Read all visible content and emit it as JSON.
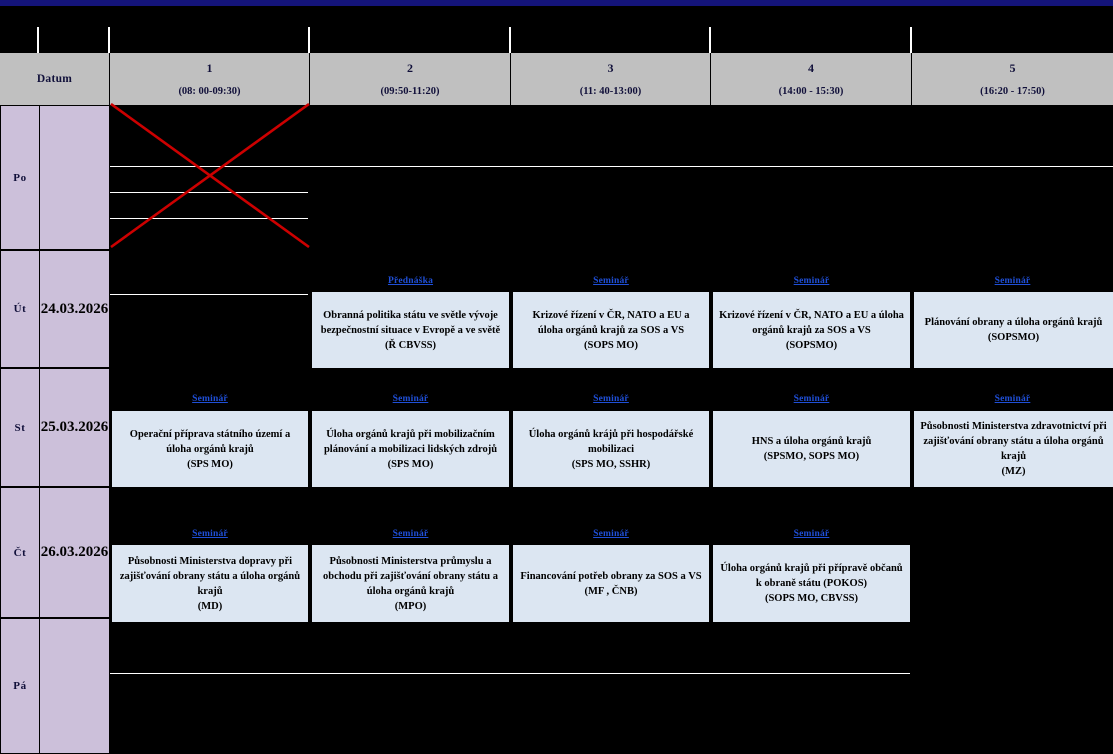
{
  "document": {
    "type": "weekly-timetable",
    "date_column_header": "Datum",
    "colors": {
      "top_rule": "#14147a",
      "header_grey": "#c0c0c0",
      "day_purple": "#ccc0da",
      "lesson_blue": "#dce6f2",
      "kind_label": "#1f4fd8",
      "cancel_cross": "#cc0000",
      "background": "#000000"
    }
  },
  "periods": [
    {
      "num": "1",
      "time": "(08: 00-09:30)"
    },
    {
      "num": "2",
      "time": "(09:50-11:20)"
    },
    {
      "num": "3",
      "time": "(11: 40-13:00)"
    },
    {
      "num": "4",
      "time": "(14:00 - 15:30)"
    },
    {
      "num": "5",
      "time": "(16:20 - 17:50)"
    }
  ],
  "kinds": {
    "lecture": "Přednáška",
    "seminar": "Seminář"
  },
  "days": [
    {
      "abbr": "Po",
      "date": "",
      "lessons": [
        {
          "kind": "",
          "title": "",
          "org": "",
          "empty": true,
          "cancelled": true
        },
        {
          "kind": "",
          "title": "",
          "org": "",
          "empty": true
        },
        {
          "kind": "",
          "title": "",
          "org": "",
          "empty": true
        },
        {
          "kind": "",
          "title": "",
          "org": "",
          "empty": true
        },
        {
          "kind": "",
          "title": "",
          "org": "",
          "empty": true
        }
      ]
    },
    {
      "abbr": "Út",
      "date": "24.03.2026",
      "lessons": [
        {
          "kind": "",
          "title": "",
          "org": "",
          "empty": true
        },
        {
          "kind": "Přednáška",
          "title": "Obranná politika státu ve světle vývoje bezpečnostní situace v Evropě a ve světě",
          "org": "(Ř CBVSS)"
        },
        {
          "kind": "Seminář",
          "title": "Krizové řízení v ČR, NATO a EU a úloha orgánů krajů  za SOS a VS",
          "org": "(SOPS MO)"
        },
        {
          "kind": "Seminář",
          "title": "Krizové řízení v ČR, NATO a EU a úloha orgánů krajů  za SOS a VS",
          "org": "(SOPSMO)"
        },
        {
          "kind": "Seminář",
          "title": "Plánování obrany a úloha orgánů krajů",
          "org": "(SOPSMO)"
        }
      ]
    },
    {
      "abbr": "St",
      "date": "25.03.2026",
      "lessons": [
        {
          "kind": "Seminář",
          "title": "Operační příprava státního území a úloha orgánů krajů",
          "org": "(SPS MO)"
        },
        {
          "kind": "Seminář",
          "title": "Úloha orgánů krajů při mobilizačním plánování a mobilizaci lidských zdrojů",
          "org": "(SPS MO)"
        },
        {
          "kind": "Seminář",
          "title": "Úloha orgánů krájů při hospodářské mobilizaci",
          "org": "(SPS MO, SSHR)"
        },
        {
          "kind": "Seminář",
          "title": "HNS a úloha orgánů krajů",
          "org": "(SPSMO, SOPS MO)"
        },
        {
          "kind": "Seminář",
          "title": "Působnosti Ministerstva zdravotnictví při zajišťování obrany státu a úloha orgánů krajů",
          "org": "(MZ)"
        }
      ]
    },
    {
      "abbr": "Čt",
      "date": "26.03.2026",
      "lessons": [
        {
          "kind": "Seminář",
          "title": "Působnosti Ministerstva dopravy při zajišťování obrany státu a úloha orgánů krajů",
          "org": "(MD)"
        },
        {
          "kind": "Seminář",
          "title": "Působnosti Ministerstva průmyslu a obchodu při zajišťování obrany státu a úloha orgánů krajů",
          "org": "(MPO)"
        },
        {
          "kind": "Seminář",
          "title": "Financování potřeb obrany za SOS a VS",
          "org": "(MF , ČNB)"
        },
        {
          "kind": "Seminář",
          "title": "Úloha orgánů krajů při přípravě občanů k obraně státu (POKOS)",
          "org": "(SOPS MO, CBVSS)"
        },
        {
          "kind": "",
          "title": "",
          "org": "",
          "empty": true
        }
      ]
    },
    {
      "abbr": "Pá",
      "date": "",
      "lessons": [
        {
          "kind": "",
          "title": "",
          "org": "",
          "empty": true
        },
        {
          "kind": "",
          "title": "",
          "org": "",
          "empty": true
        },
        {
          "kind": "",
          "title": "",
          "org": "",
          "empty": true
        },
        {
          "kind": "",
          "title": "",
          "org": "",
          "empty": true
        },
        {
          "kind": "",
          "title": "",
          "org": "",
          "empty": true
        }
      ]
    }
  ]
}
